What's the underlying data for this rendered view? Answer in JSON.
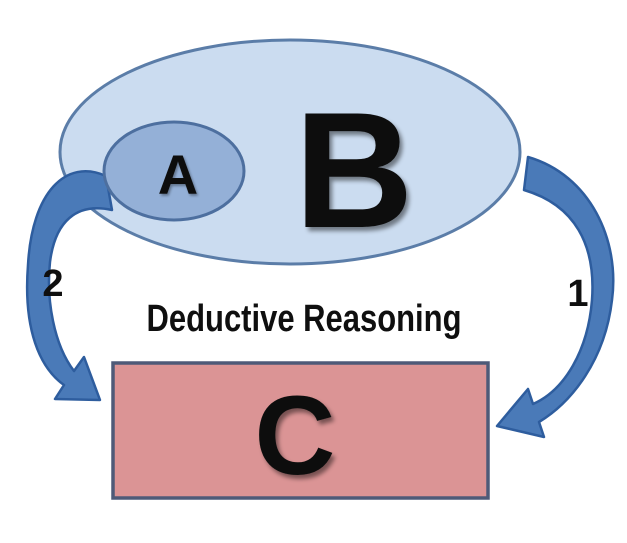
{
  "diagram": {
    "title": "Deductive Reasoning",
    "set_b_label": "B",
    "set_a_label": "A",
    "conclusion_label": "C",
    "arrow_left_label": "2",
    "arrow_right_label": "1",
    "colors": {
      "background": "#ffffff",
      "outer_ellipse_fill": "#cbdcf0",
      "outer_ellipse_border": "#5b7da8",
      "inner_ellipse_fill": "#94b0d7",
      "inner_ellipse_border": "#4d6f9f",
      "rect_fill": "#db9495",
      "rect_border": "#4e5a78",
      "arrow_fill": "#4a7ab8",
      "arrow_border": "#2e5d9e",
      "letter_color": "#0f0f0f"
    }
  }
}
